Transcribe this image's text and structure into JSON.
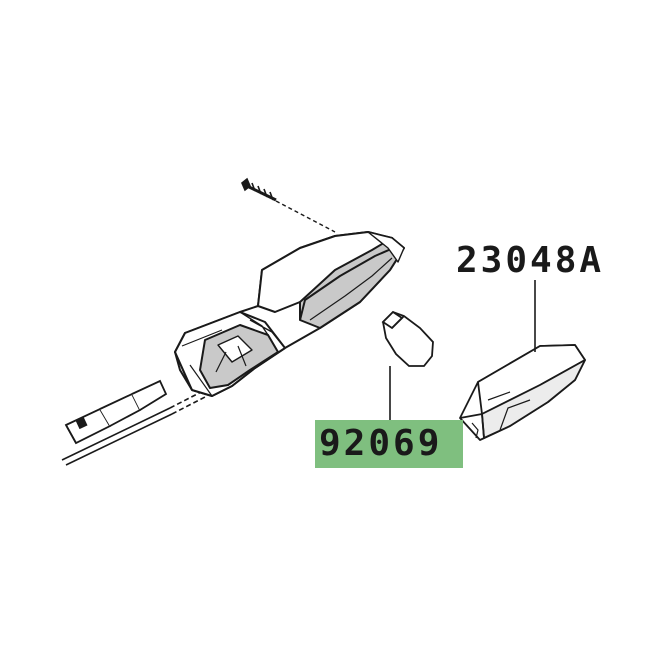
{
  "parts": [
    {
      "id": "a",
      "number": "23048A",
      "highlighted": false
    },
    {
      "id": "b",
      "number": "92069",
      "highlighted": true
    }
  ],
  "colors": {
    "highlight": "#7fbf7f",
    "line": "#1a1a1a",
    "shade": "#c9c9c9"
  }
}
